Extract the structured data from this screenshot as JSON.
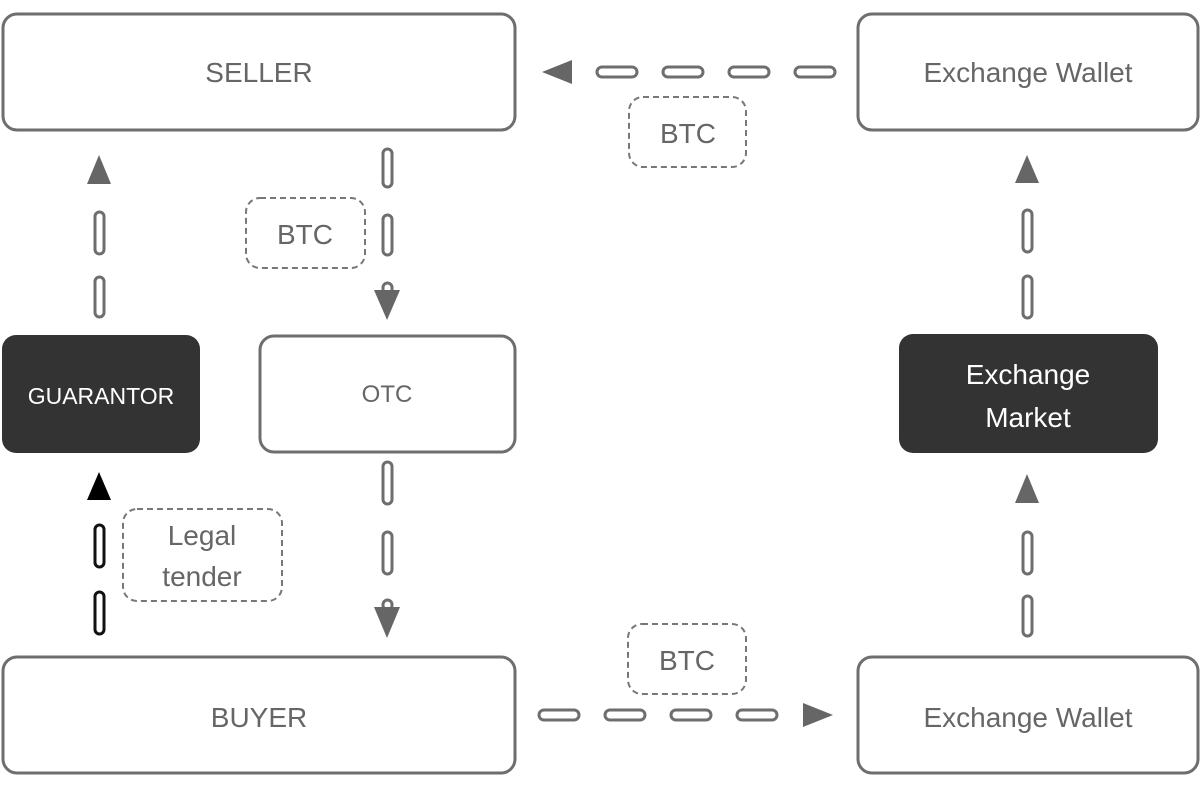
{
  "nodes": {
    "seller": "SELLER",
    "exchange_wallet_top": "Exchange Wallet",
    "guarantor": "GUARANTOR",
    "otc": "OTC",
    "exchange_market_line1": "Exchange",
    "exchange_market_line2": "Market",
    "buyer": "BUYER",
    "exchange_wallet_bottom": "Exchange Wallet"
  },
  "labels": {
    "btc_top": "BTC",
    "btc_left": "BTC",
    "legal_tender_line1": "Legal",
    "legal_tender_line2": "tender",
    "btc_bottom": "BTC"
  },
  "colors": {
    "stroke": "#6e6e6e",
    "text": "#666666",
    "dark_fill": "#333333",
    "dark_text": "#ffffff",
    "accent_arrow": "#000000"
  }
}
